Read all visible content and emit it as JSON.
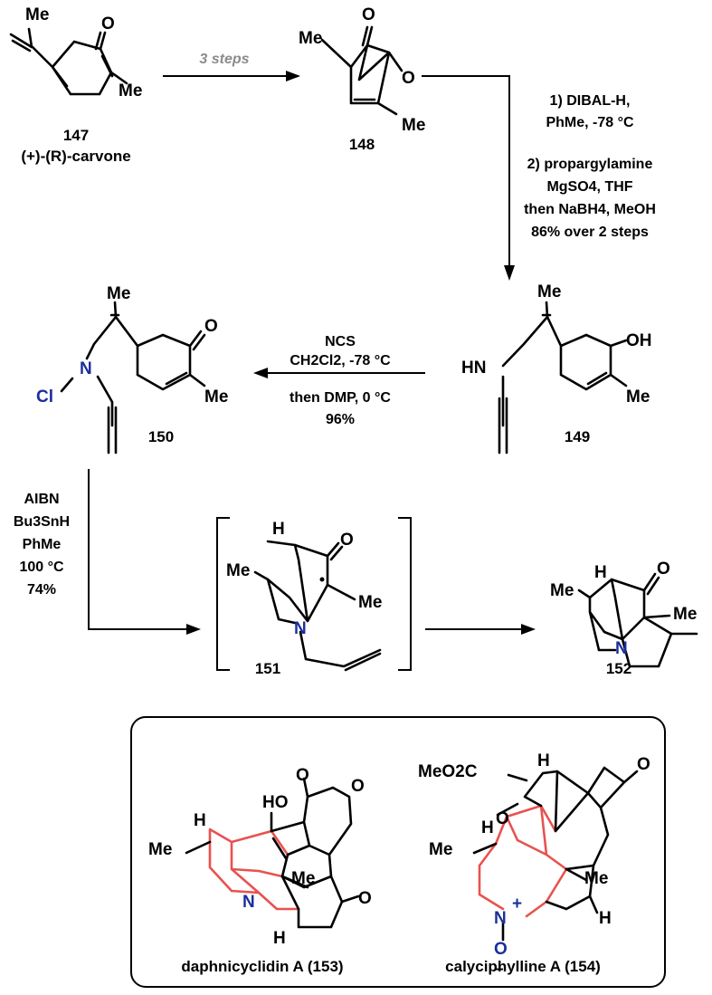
{
  "compounds": {
    "c147": {
      "number": "147",
      "name": "(+)-(R)-carvone"
    },
    "c148": {
      "number": "148"
    },
    "c149": {
      "number": "149"
    },
    "c150": {
      "number": "150"
    },
    "c151": {
      "number": "151"
    },
    "c152": {
      "number": "152"
    },
    "c153": {
      "name": "daphnicyclidin A (153)"
    },
    "c154": {
      "name": "calyciphylline A (154)"
    }
  },
  "steps": {
    "s1": {
      "label": "3 steps"
    },
    "s2": {
      "lines": [
        "1) DIBAL-H,",
        "PhMe, -78 °C",
        "2) propargylamine",
        "MgSO4, THF",
        "then NaBH4, MeOH",
        "86% over 2 steps"
      ]
    },
    "s3": {
      "lines": [
        "NCS",
        "CH2Cl2, -78 °C",
        "then DMP, 0 °C",
        "96%"
      ]
    },
    "s4": {
      "lines": [
        "AIBN",
        "Bu3SnH",
        "PhMe",
        "100 °C",
        "74%"
      ]
    }
  },
  "atoms": {
    "me": "Me",
    "o": "O",
    "oh": "OH",
    "ho": "HO",
    "h": "H",
    "n": "N",
    "hn": "HN",
    "cl": "Cl",
    "meo2c": "MeO2C",
    "plus": "+",
    "minus": "–"
  },
  "colors": {
    "highlight": "#e8524f",
    "nitrogen": "#1a2f9c",
    "muted": "#8c8c8c"
  }
}
